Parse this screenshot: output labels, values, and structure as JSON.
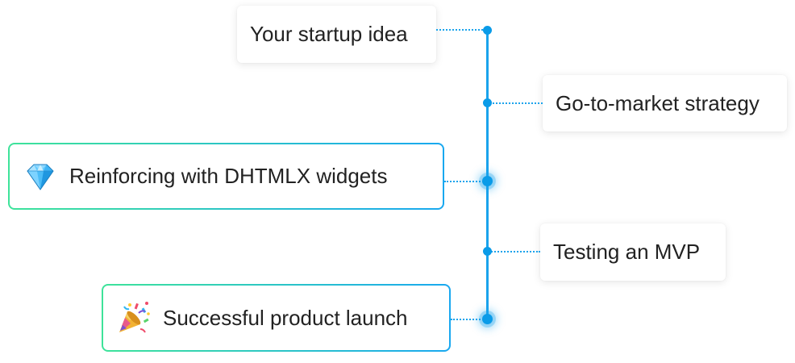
{
  "timeline": {
    "steps": [
      {
        "label": "Your startup idea",
        "highlighted": false,
        "icon": null
      },
      {
        "label": "Go-to-market strategy",
        "highlighted": false,
        "icon": null
      },
      {
        "label": "Reinforcing with DHTMLX widgets",
        "highlighted": true,
        "icon": "gem-icon"
      },
      {
        "label": "Testing an MVP",
        "highlighted": false,
        "icon": null
      },
      {
        "label": "Successful product launch",
        "highlighted": true,
        "icon": "party-popper-icon"
      }
    ]
  },
  "colors": {
    "axis": "#1aa3ec",
    "node": "#0a9be8",
    "gradient_start": "#3ee39a",
    "gradient_end": "#19a8f0",
    "text": "#222222"
  }
}
